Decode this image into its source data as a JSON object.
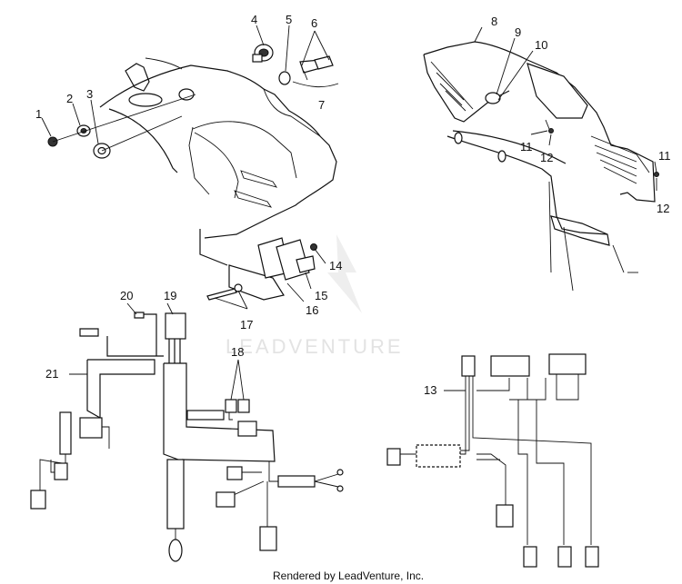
{
  "watermark": "LEADVENTURE",
  "credit": "Rendered by LeadVenture, Inc.",
  "callouts": [
    "1",
    "2",
    "3",
    "4",
    "5",
    "6",
    "7",
    "8",
    "9",
    "10",
    "11",
    "11",
    "12",
    "12",
    "13",
    "14",
    "15",
    "16",
    "17",
    "18",
    "19",
    "20",
    "21"
  ],
  "colors": {
    "line": "#111111",
    "watermark": "#e3e3e3"
  }
}
